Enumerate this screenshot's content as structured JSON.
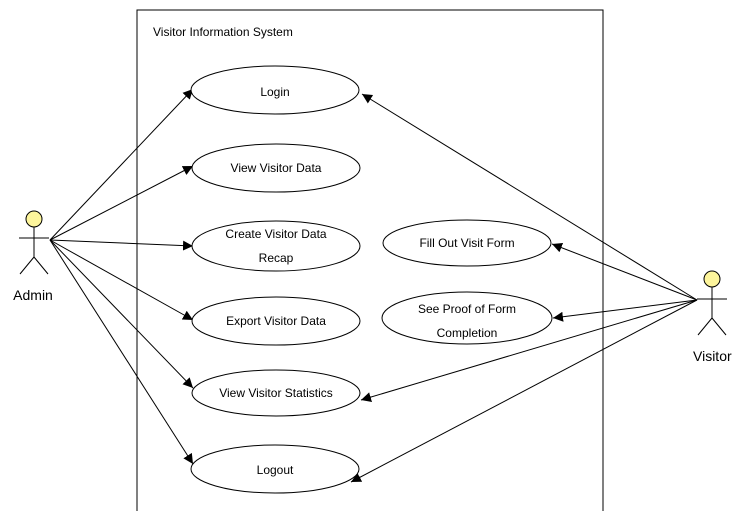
{
  "system": {
    "title": "Visitor Information System"
  },
  "actors": {
    "admin": {
      "label": "Admin"
    },
    "visitor": {
      "label": "Visitor"
    }
  },
  "use_cases": {
    "login": {
      "lines": [
        "Login"
      ]
    },
    "view_visitor_data": {
      "lines": [
        "View Visitor Data"
      ]
    },
    "create_recap": {
      "lines": [
        "Create Visitor Data",
        "Recap"
      ]
    },
    "export_data": {
      "lines": [
        "Export Visitor Data"
      ]
    },
    "view_statistics": {
      "lines": [
        "View Visitor Statistics"
      ]
    },
    "logout": {
      "lines": [
        "Logout"
      ]
    },
    "fill_form": {
      "lines": [
        "Fill Out Visit Form"
      ]
    },
    "proof_completion": {
      "lines": [
        "See Proof of Form",
        "Completion"
      ]
    }
  },
  "colors": {
    "actor_head": "#fdf59c",
    "line": "#000000",
    "background": "#ffffff"
  }
}
